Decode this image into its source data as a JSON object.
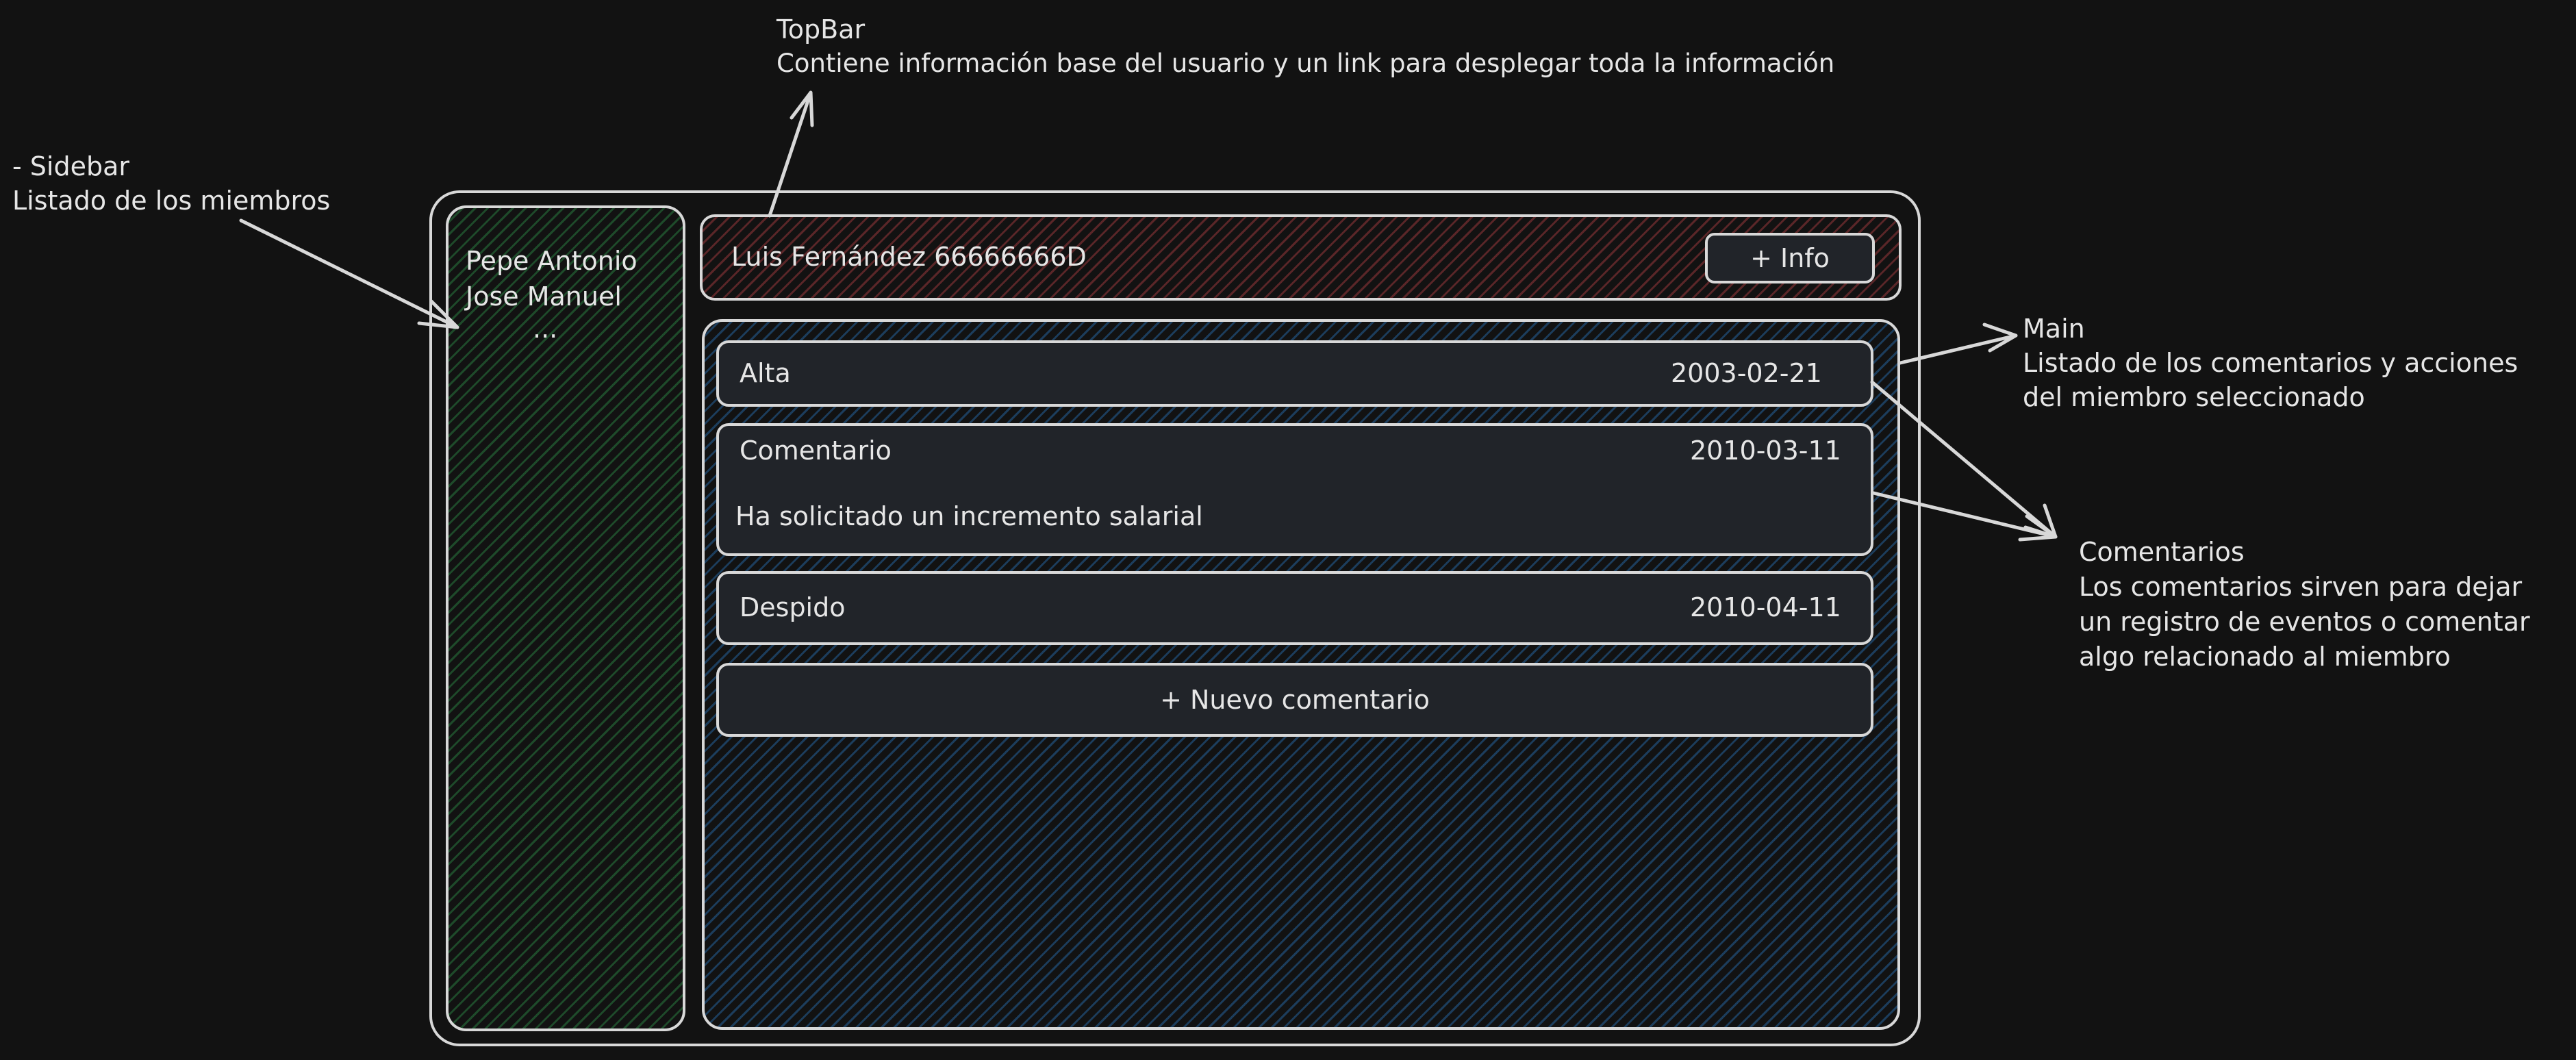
{
  "annotations": {
    "topbar": {
      "title": "TopBar",
      "description": "Contiene información base del usuario y un link para desplegar toda la información"
    },
    "sidebar": {
      "title": "- Sidebar",
      "description": "Listado de los miembros"
    },
    "main": {
      "title": "Main",
      "description_line1": "Listado de los comentarios y acciones",
      "description_line2": "del miembro seleccionado"
    },
    "comentarios": {
      "title": "Comentarios",
      "description_line1": "Los comentarios sirven para dejar",
      "description_line2": "un registro de eventos o comentar",
      "description_line3": "algo relacionado al miembro"
    }
  },
  "sidebar": {
    "members": [
      "Pepe Antonio",
      "Jose Manuel",
      "..."
    ]
  },
  "topbar": {
    "user_info": "Luis Fernández 66666666D",
    "info_button": "+ Info"
  },
  "main": {
    "entries": [
      {
        "type": "Alta",
        "date": "2003-02-21",
        "body": ""
      },
      {
        "type": "Comentario",
        "date": "2010-03-11",
        "body": "Ha solicitado un incremento salarial"
      },
      {
        "type": "Despido",
        "date": "2010-04-11",
        "body": ""
      }
    ],
    "new_comment_button": "+ Nuevo comentario"
  },
  "colors": {
    "background": "#121212",
    "stroke": "#d8d8d8",
    "sidebar_hatch": "#1e4a2a",
    "topbar_hatch": "#5a2628",
    "main_hatch": "#1c3d5c",
    "card_fill": "#212429"
  }
}
